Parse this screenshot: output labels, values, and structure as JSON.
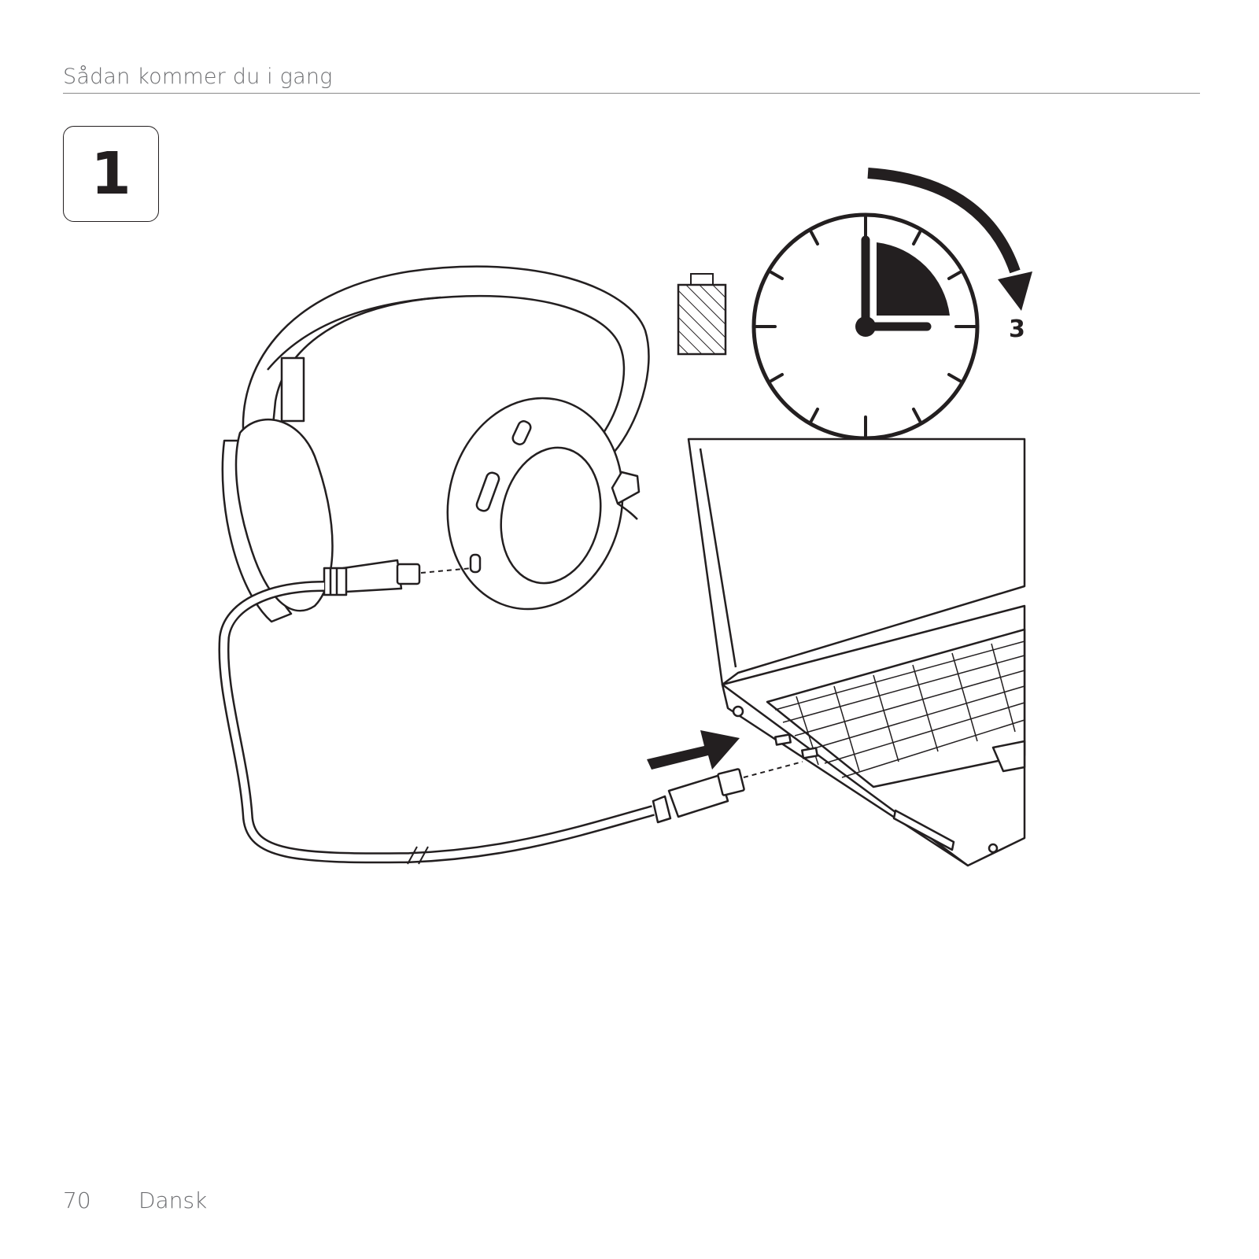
{
  "header": {
    "title": "Sådan kommer du i gang"
  },
  "step": {
    "number": "1"
  },
  "illustration": {
    "charge_hours": "3",
    "icons": [
      "headset-icon",
      "usb-cable-icon",
      "laptop-icon",
      "battery-icon",
      "clock-icon",
      "arrow-icon"
    ]
  },
  "footer": {
    "page_number": "70",
    "language": "Dansk"
  }
}
